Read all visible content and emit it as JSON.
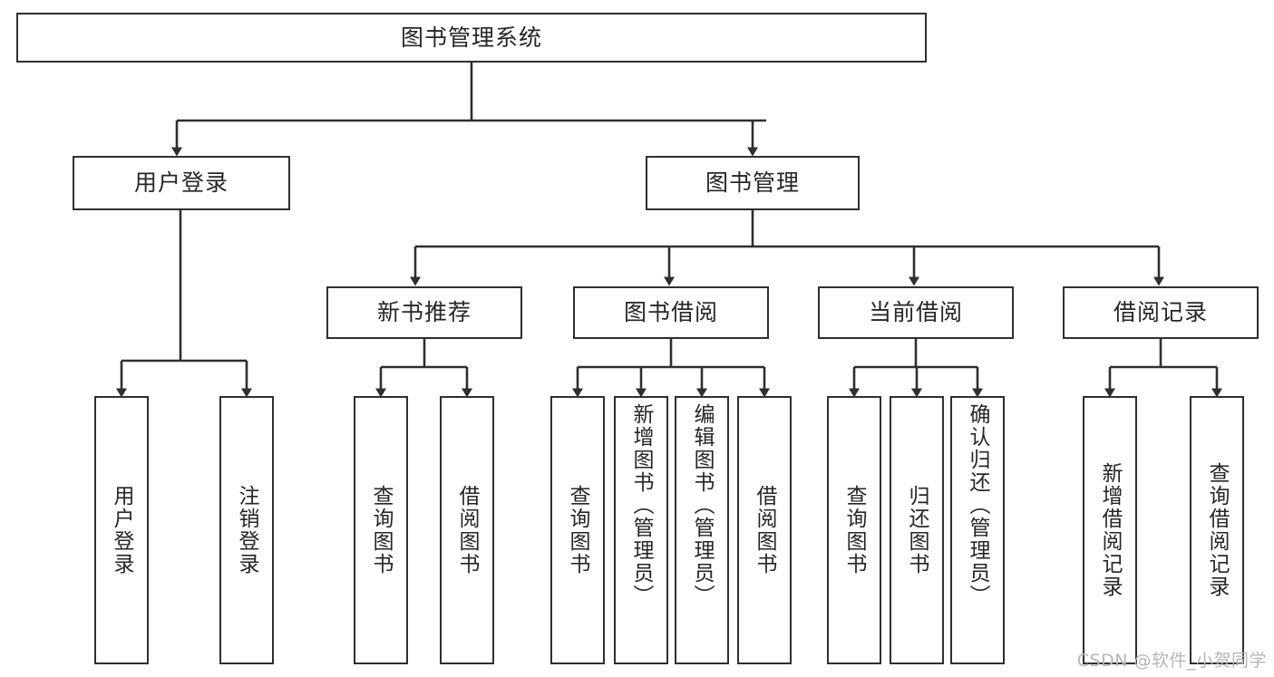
{
  "diagram": {
    "type": "tree-hierarchy",
    "title": "图书管理系统",
    "root": {
      "label": "图书管理系统"
    },
    "level2": [
      {
        "id": "user-login",
        "label": "用户登录"
      },
      {
        "id": "book-manage",
        "label": "图书管理"
      }
    ],
    "level3": [
      {
        "id": "new-book-recommend",
        "label": "新书推荐"
      },
      {
        "id": "book-borrow",
        "label": "图书借阅"
      },
      {
        "id": "current-borrow",
        "label": "当前借阅"
      },
      {
        "id": "borrow-record",
        "label": "借阅记录"
      }
    ],
    "leaves": {
      "user_login": [
        {
          "id": "leaf-user-login",
          "label": "用户登录"
        },
        {
          "id": "leaf-logout-login",
          "label": "注销登录"
        }
      ],
      "new_book_recommend": [
        {
          "id": "leaf-query-book-1",
          "label": "查询图书"
        },
        {
          "id": "leaf-borrow-book-1",
          "label": "借阅图书"
        }
      ],
      "book_borrow": [
        {
          "id": "leaf-query-book-2",
          "label": "查询图书"
        },
        {
          "id": "leaf-add-book",
          "label": "新增图书（管理员）"
        },
        {
          "id": "leaf-edit-book",
          "label": "编辑图书（管理员）"
        },
        {
          "id": "leaf-borrow-book-2",
          "label": "借阅图书"
        }
      ],
      "current_borrow": [
        {
          "id": "leaf-query-book-3",
          "label": "查询图书"
        },
        {
          "id": "leaf-return-book",
          "label": "归还图书"
        },
        {
          "id": "leaf-confirm-return",
          "label": "确认归还（管理员）"
        }
      ],
      "borrow_record": [
        {
          "id": "leaf-add-record",
          "label": "新增借阅记录"
        },
        {
          "id": "leaf-query-record",
          "label": "查询借阅记录"
        }
      ]
    }
  },
  "watermark": {
    "text": "CSDN @软件_小贺同学"
  },
  "colors": {
    "stroke": "#2f2f2f",
    "text": "#262626",
    "background": "#ffffff",
    "watermark": "#b6b6b6"
  }
}
